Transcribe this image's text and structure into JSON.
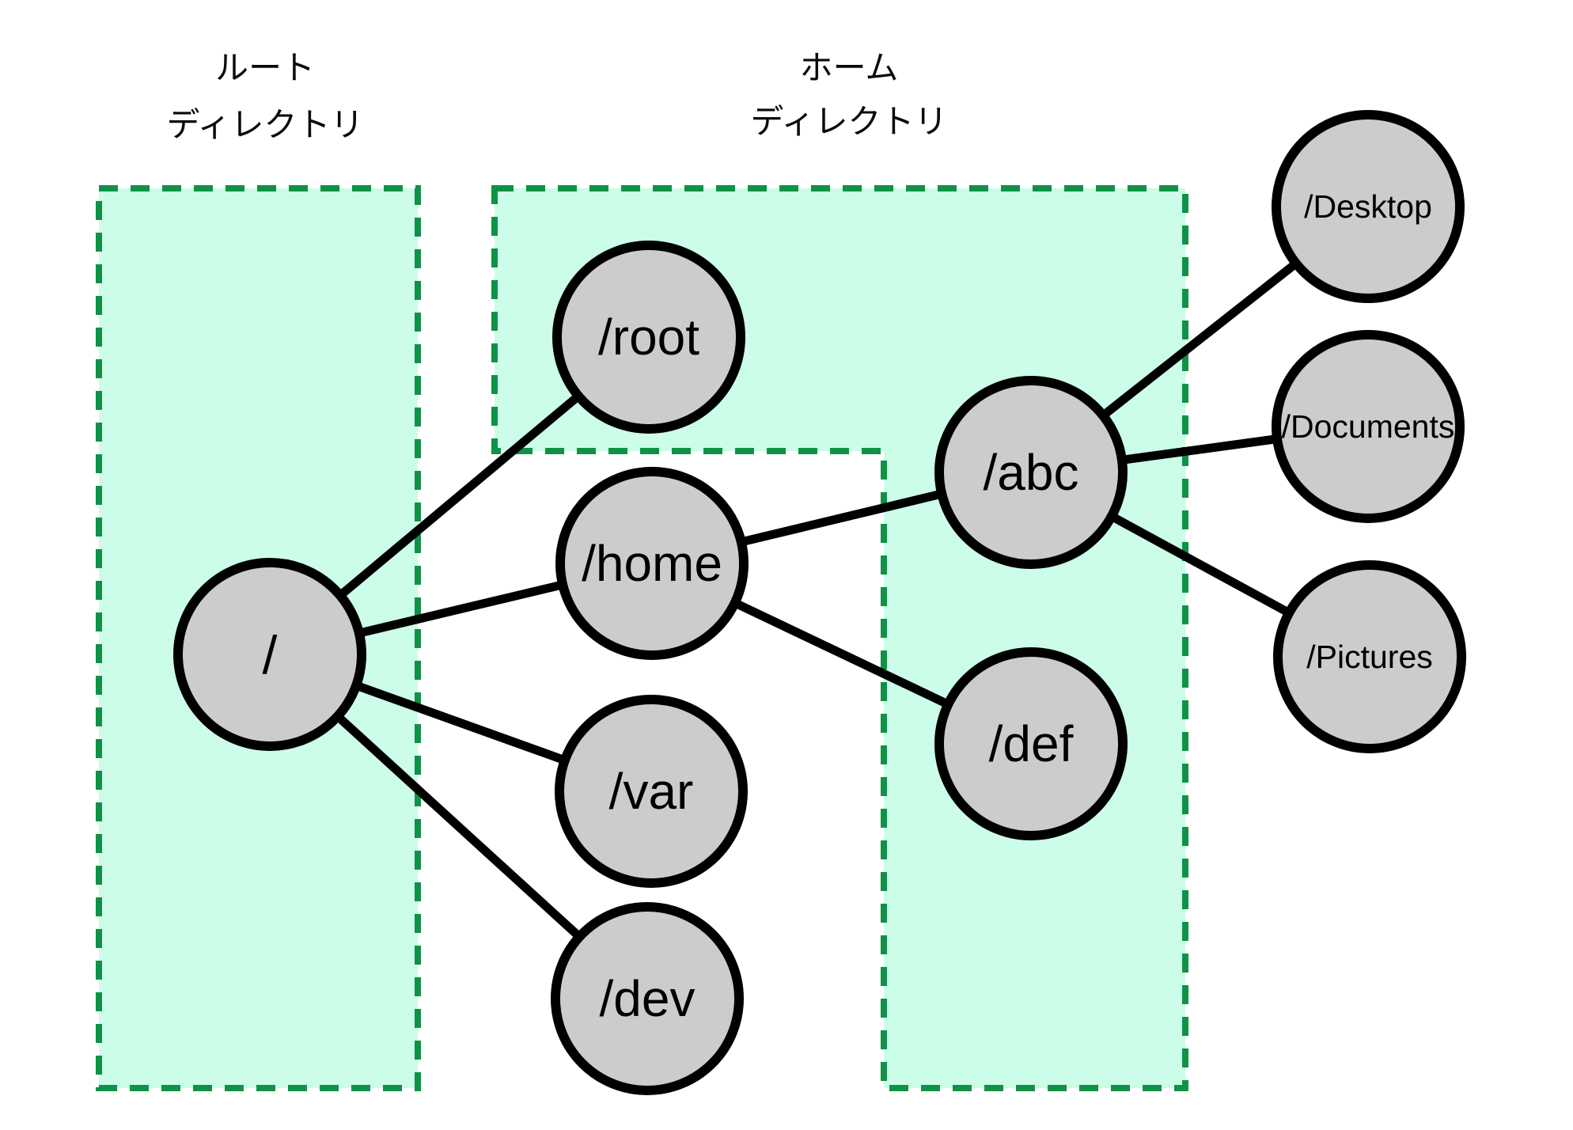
{
  "diagram": {
    "title": "filesystem-directory-tree",
    "regions": [
      {
        "id": "root-directory",
        "title_lines": [
          "ルート",
          "ディレクトリ"
        ]
      },
      {
        "id": "home-directory",
        "title_lines": [
          "ホーム",
          "ディレクトリ"
        ]
      }
    ],
    "nodes": [
      {
        "id": "slash",
        "label": "/"
      },
      {
        "id": "root",
        "label": "/root"
      },
      {
        "id": "home",
        "label": "/home"
      },
      {
        "id": "var",
        "label": "/var"
      },
      {
        "id": "dev",
        "label": "/dev"
      },
      {
        "id": "abc",
        "label": "/abc"
      },
      {
        "id": "def",
        "label": "/def"
      },
      {
        "id": "desktop",
        "label": "/Desktop"
      },
      {
        "id": "documents",
        "label": "/Documents"
      },
      {
        "id": "pictures",
        "label": "/Pictures"
      }
    ],
    "edges": [
      [
        "/",
        "/root"
      ],
      [
        "/",
        "/home"
      ],
      [
        "/",
        "/var"
      ],
      [
        "/",
        "/dev"
      ],
      [
        "/home",
        "/abc"
      ],
      [
        "/home",
        "/def"
      ],
      [
        "/abc",
        "/Desktop"
      ],
      [
        "/abc",
        "/Documents"
      ],
      [
        "/abc",
        "/Pictures"
      ]
    ],
    "colors": {
      "region_fill": "#ccfde9",
      "region_border": "#0f9246",
      "node_fill": "#cccccc",
      "node_border": "#000000",
      "edge": "#000000"
    }
  }
}
